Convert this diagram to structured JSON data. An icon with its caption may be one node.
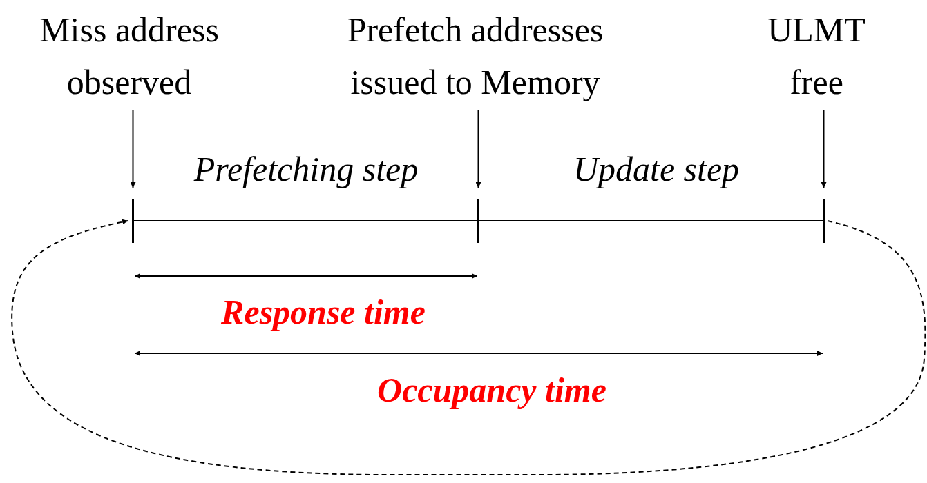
{
  "diagram": {
    "nodes": [
      {
        "text": [
          "Miss address observed"
        ]
      },
      {
        "text": [
          "Prefetch addresses issued to Memory"
        ]
      },
      {
        "text": [
          "ULMT free"
        ]
      },
      {
        "text": [],
        "shape": "bar"
      },
      {
        "text": [],
        "shape": "bar"
      },
      {
        "text": [],
        "shape": "bar"
      }
    ],
    "edges": [
      {
        "from": 0,
        "to": 3,
        "arrow": "to"
      },
      {
        "from": 1,
        "to": 4,
        "arrow": "to"
      },
      {
        "from": 2,
        "to": 5,
        "arrow": "to"
      },
      {
        "from": 3,
        "to": 4,
        "arrow": "none"
      },
      {
        "from": 4,
        "to": 5,
        "arrow": "none"
      },
      {
        "from": 5,
        "to": 3,
        "arrow": "to",
        "style": "dashed"
      }
    ],
    "labels": [
      "Prefetching step",
      "Update step",
      "Response time",
      "Occupancy time"
    ]
  }
}
